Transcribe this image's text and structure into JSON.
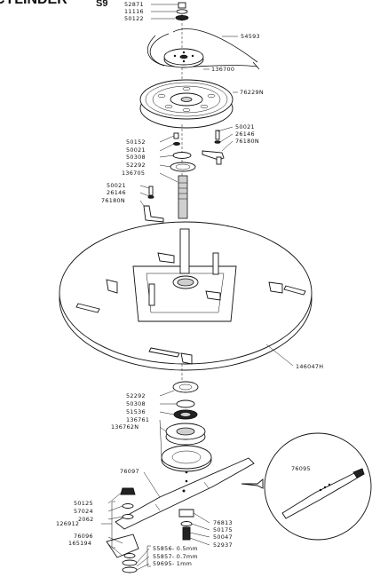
{
  "title": {
    "main": "CYLINDER",
    "sub": "S9"
  },
  "labels": {
    "p52871": "52871",
    "p11116": "11116",
    "p50122": "50122",
    "p54593": "54593",
    "p136700": "136700",
    "p76229N": "76229N",
    "p50021a": "50021",
    "p26146a": "26146",
    "p76180Na": "76180N",
    "p50152": "50152",
    "p50021b": "50021",
    "p50308a": "50308",
    "p52292a": "52292",
    "p136705": "136705",
    "p50021c": "50021",
    "p26146b": "26146",
    "p76180Nb": "76180N",
    "p146047H": "146047H",
    "p52292b": "52292",
    "p50308b": "50308",
    "p51536": "51536",
    "p136761": "136761",
    "p136762N": "136762N",
    "p76097": "76097",
    "p76095": "76095",
    "p50125": "50125",
    "p57024": "57024",
    "p2062": "2062",
    "p126912": "126912",
    "p76096": "76096",
    "p165194": "165194",
    "p76813": "76813",
    "p50175": "50175",
    "p50047": "50047",
    "p52937": "52937",
    "p55856": "55856- 0.5mm",
    "p55857": "55857- 0.7mm",
    "p59695": "59695- 1mm"
  }
}
